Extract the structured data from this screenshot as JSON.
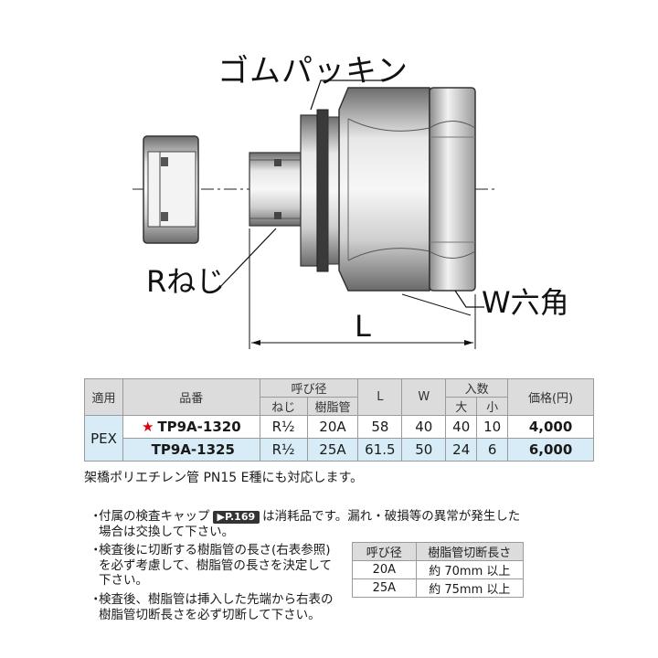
{
  "drawing": {
    "label_gasket": "ゴムパッキン",
    "label_r_thread": "Rねじ",
    "label_w_hex": "W六角",
    "label_length": "L"
  },
  "spec_table": {
    "headers": {
      "application": "適用",
      "part_no": "品番",
      "nominal": "呼び径",
      "nominal_thread": "ねじ",
      "nominal_pipe": "樹脂管",
      "L": "L",
      "W": "W",
      "qty": "入数",
      "qty_large": "大",
      "qty_small": "小",
      "price": "価格(円)"
    },
    "application_value": "PEX",
    "rows": [
      {
        "star": "★",
        "part_no": "TP9A-1320",
        "thread": "R½",
        "pipe": "20A",
        "L": "58",
        "W": "40",
        "large": "40",
        "small": "10",
        "price": "4,000"
      },
      {
        "star": "",
        "part_no": "TP9A-1325",
        "thread": "R½",
        "pipe": "25A",
        "L": "61.5",
        "W": "50",
        "large": "24",
        "small": "6",
        "price": "6,000"
      }
    ]
  },
  "compat_note": "架橋ポリエチレン管 PN15 E種にも対応します。",
  "notes": {
    "bullet": "・",
    "note1_before": "付属の検査キャップ",
    "note1_ref": "▶P.169",
    "note1_after": "は消耗品です。漏れ・破損等の異常が発生した場合は交換して下さい。",
    "note2": "検査後に切断する樹脂管の長さ(右表参照)を必ず考慮して、樹脂管の長さを決定して下さい。",
    "note3": "検査後、樹脂管は挿入した先端から右表の樹脂管切断長さを必ず切断して下さい。"
  },
  "cut_table": {
    "header_nominal": "呼び径",
    "header_cut": "樹脂管切断長さ",
    "rows": [
      {
        "nominal": "20A",
        "cut": "約 70mm 以上"
      },
      {
        "nominal": "25A",
        "cut": "約 75mm 以上"
      }
    ]
  }
}
